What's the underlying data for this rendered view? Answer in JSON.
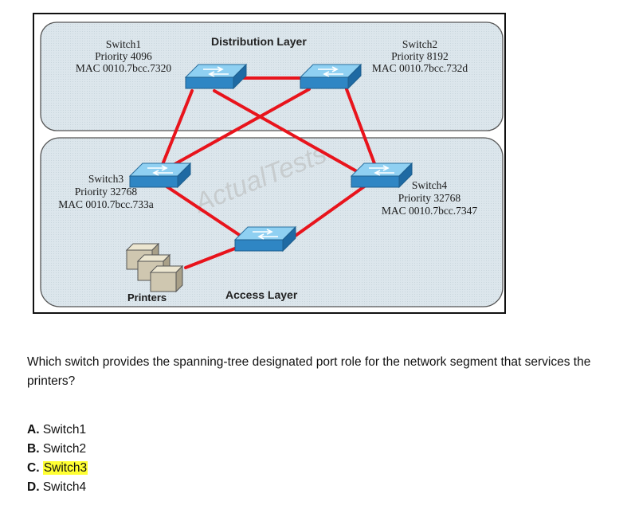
{
  "diagram": {
    "distribution_layer_label": "Distribution Layer",
    "access_layer_label": "Access Layer",
    "watermark": "ActualTests",
    "printers_label": "Printers",
    "switches": [
      {
        "name": "Switch1",
        "priority": "Priority 4096",
        "mac": "MAC 0010.7bcc.7320"
      },
      {
        "name": "Switch2",
        "priority": "Priority 8192",
        "mac": "MAC 0010.7bcc.732d"
      },
      {
        "name": "Switch3",
        "priority": "Priority 32768",
        "mac": "MAC 0010.7bcc.733a"
      },
      {
        "name": "Switch4",
        "priority": "Priority 32768",
        "mac": "MAC 0010.7bcc.7347"
      }
    ],
    "colors": {
      "link": "#e8141c",
      "layer_fill": "#dde7ec",
      "switch_top": "#8fd0f2",
      "switch_side": "#2f86c4"
    }
  },
  "question": "Which switch provides the spanning-tree designated port role for the network segment that services the printers?",
  "answers": [
    {
      "letter": "A.",
      "text": "Switch1",
      "highlighted": false
    },
    {
      "letter": "B.",
      "text": "Switch2",
      "highlighted": false
    },
    {
      "letter": "C.",
      "text": "Switch3",
      "highlighted": true
    },
    {
      "letter": "D.",
      "text": "Switch4",
      "highlighted": false
    }
  ]
}
